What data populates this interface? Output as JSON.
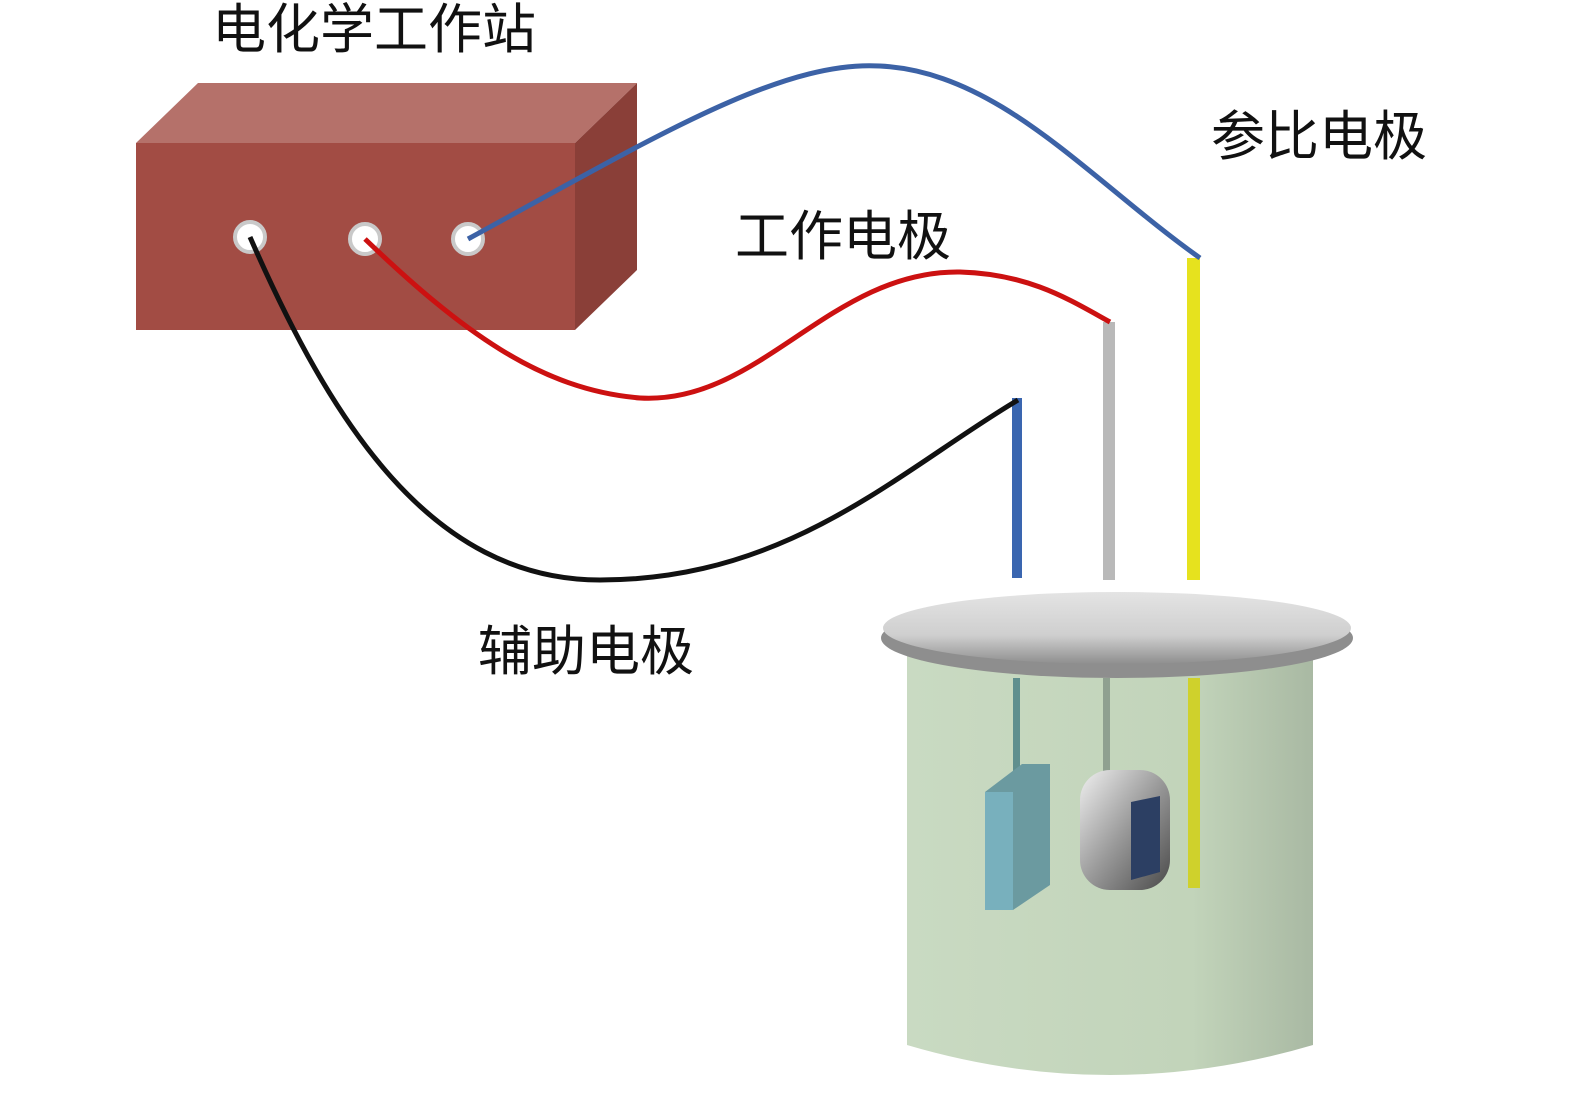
{
  "labels": {
    "workstation": "电化学工作站",
    "reference_electrode": "参比电极",
    "working_electrode": "工作电极",
    "counter_electrode": "辅助电极"
  },
  "colors": {
    "box_front": "#a24c44",
    "box_top": "#b5716a",
    "box_side": "#8a3f38",
    "wire_reference": "#3c62a6",
    "wire_working": "#cc1111",
    "wire_counter": "#111111",
    "rod_reference": "#e6e21e",
    "rod_working": "#b9b9b9",
    "rod_counter": "#3a66b0",
    "cell_body": "#c4d6bc",
    "cell_lid": "#cfcfcf",
    "counter_plate": "#6fa6b2",
    "working_disk": "#2c3f63"
  },
  "icons": {
    "workstation": "workstation-box-icon",
    "cell": "electrolytic-cell-icon"
  }
}
